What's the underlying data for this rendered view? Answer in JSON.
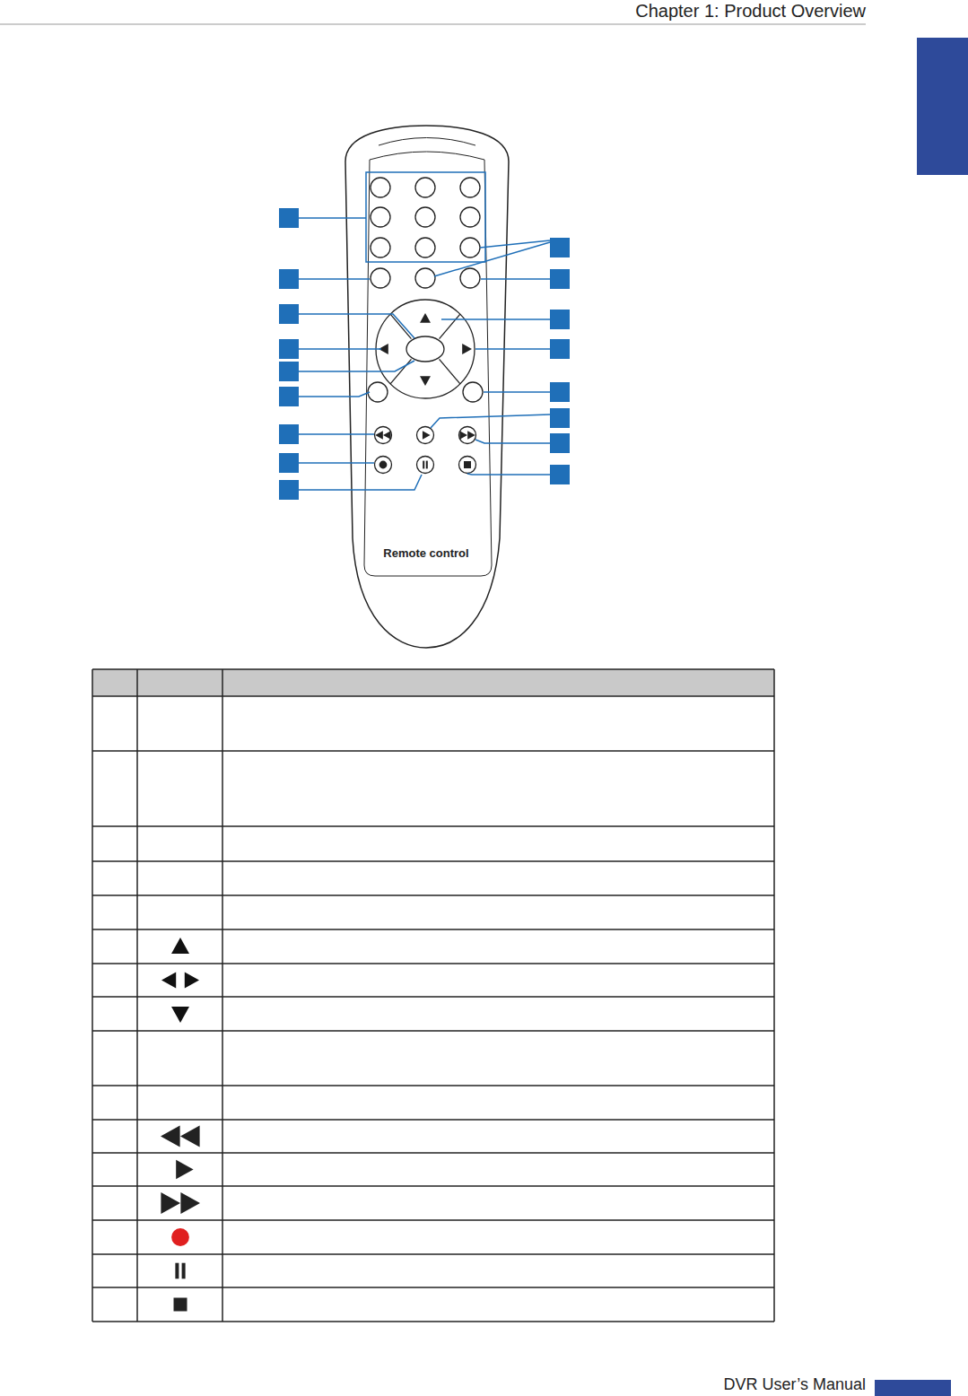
{
  "diagram": {
    "labels": [
      "Chapter 1: Product Overview",
      "Remote control",
      "DVR User’s Manual"
    ]
  }
}
